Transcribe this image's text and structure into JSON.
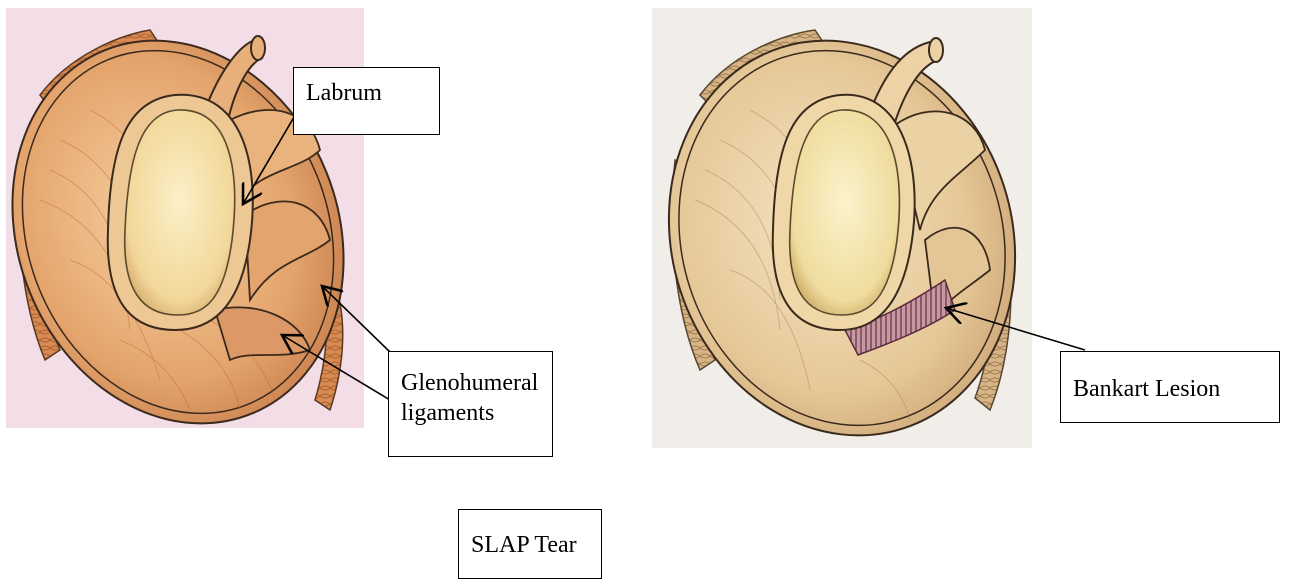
{
  "labels": {
    "labrum": "Labrum",
    "glenohumeral_line1": "Glenohumeral",
    "glenohumeral_line2": "ligaments",
    "bankart": "Bankart Lesion",
    "slap": "SLAP Tear"
  },
  "colors": {
    "left_background": "#f3dde6",
    "right_background": "#f1eeea",
    "ligament_fill": "#e8b27a",
    "ligament_fill_right": "#ead2a6",
    "glenoid_fill": "#f4dca0",
    "bursa_fill": "#d98a52",
    "lesion_color": "#9a5a6a",
    "outline": "#3a2a1e",
    "arrow": "#000000"
  }
}
